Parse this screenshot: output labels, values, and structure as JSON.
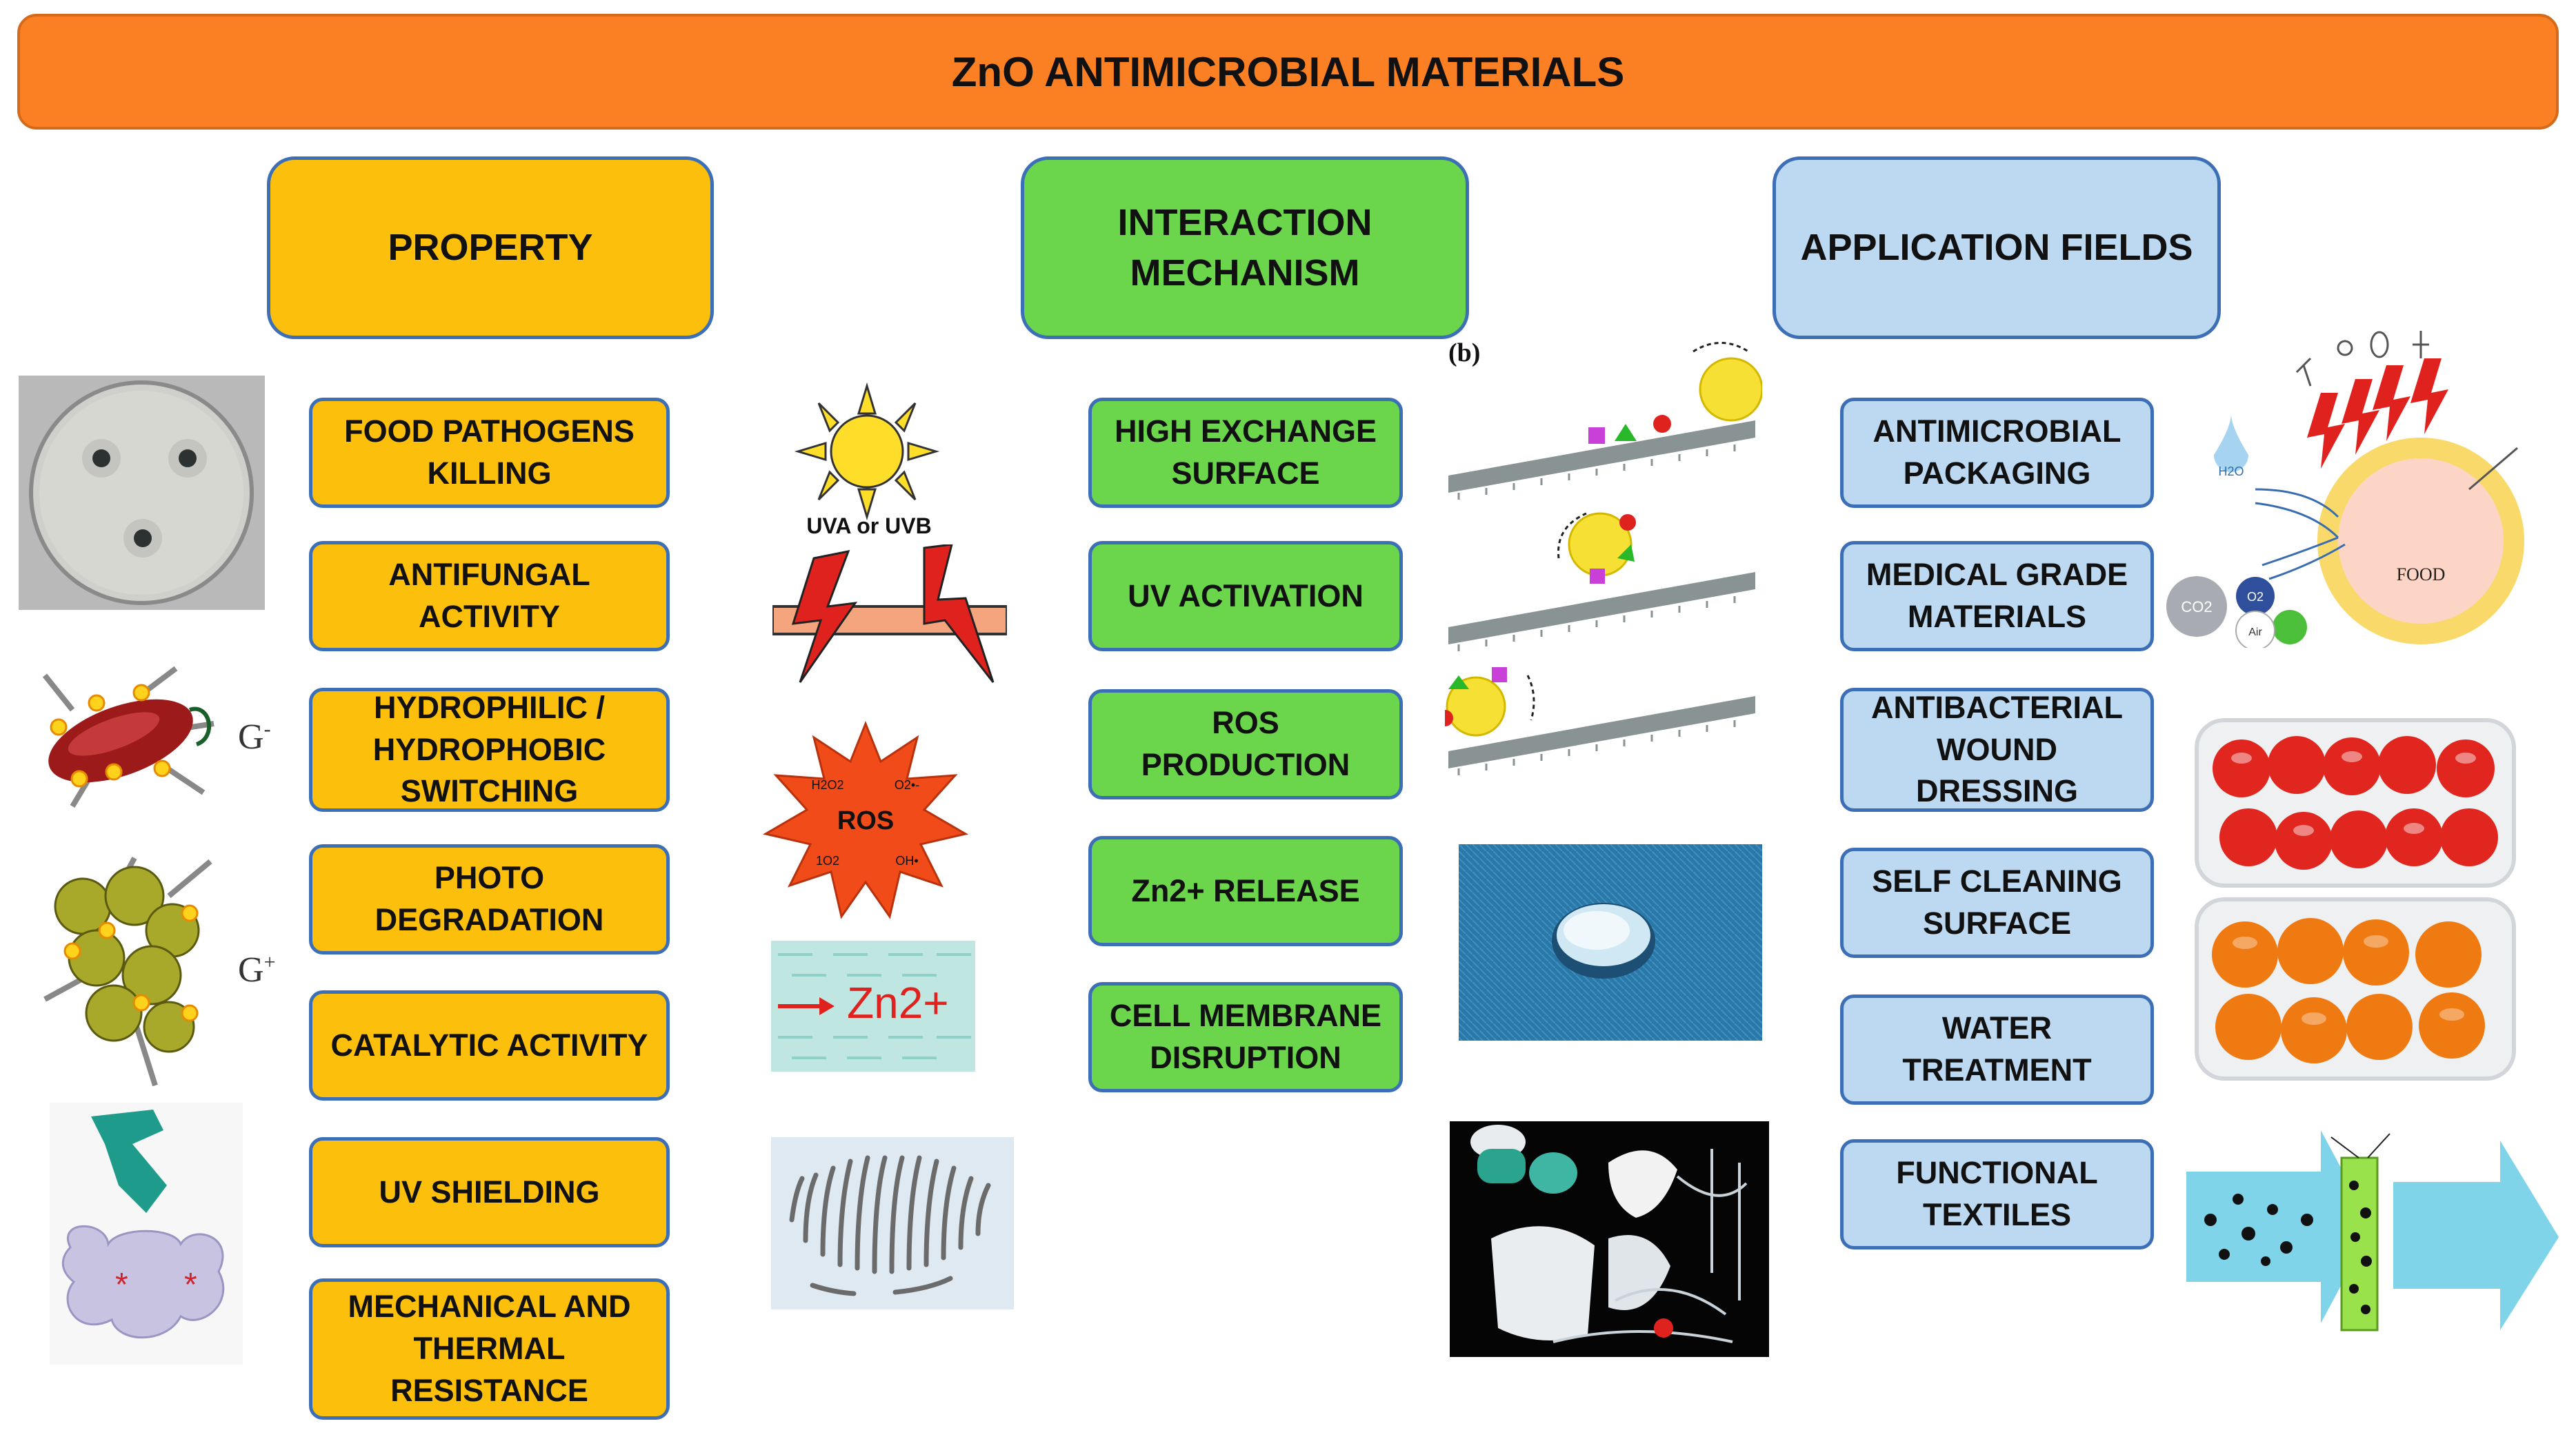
{
  "title": "ZnO ANTIMICROBIAL MATERIALS",
  "headers": {
    "property": "PROPERTY",
    "mechanism": "INTERACTION\nMECHANISM",
    "application": "APPLICATION FIELDS"
  },
  "property_items": [
    "FOOD PATHOGENS\nKILLING",
    "ANTIFUNGAL\nACTIVITY",
    "HYDROPHILIC /\nHYDROPHOBIC\nSWITCHING",
    "PHOTO\nDEGRADATION",
    "CATALYTIC ACTIVITY",
    "UV SHIELDING",
    "MECHANICAL AND\nTHERMAL\nRESISTANCE"
  ],
  "mechanism_items": [
    "HIGH EXCHANGE\nSURFACE",
    "UV ACTIVATION",
    "ROS\nPRODUCTION",
    "Zn2+ RELEASE",
    "CELL MEMBRANE\nDISRUPTION"
  ],
  "application_items": [
    "ANTIMICROBIAL\nPACKAGING",
    "MEDICAL GRADE\nMATERIALS",
    "ANTIBACTERIAL\nWOUND\nDRESSING",
    "SELF CLEANING\nSURFACE",
    "WATER\nTREATMENT",
    "FUNCTIONAL\nTEXTILES"
  ],
  "figure_labels": {
    "g_minus": "G",
    "g_minus_sup": "-",
    "g_plus": "G",
    "g_plus_sup": "+",
    "uv_label": "UVA or UVB",
    "ros": "ROS",
    "ros_h2o2": "H2O2",
    "ros_o2": "O2•-",
    "ros_1o2": "1O2",
    "ros_oh": "OH•",
    "zn": "Zn2+",
    "panel_b": "(b)",
    "food": "FOOD",
    "h2o": "H2O",
    "co2": "CO2",
    "o2": "O2",
    "air": "Air"
  },
  "colors": {
    "title": "#fb7f23",
    "property": "#fcbf0c",
    "mechanism": "#6bd54b",
    "application": "#bcd9f1",
    "border": "#3d6fb6"
  }
}
